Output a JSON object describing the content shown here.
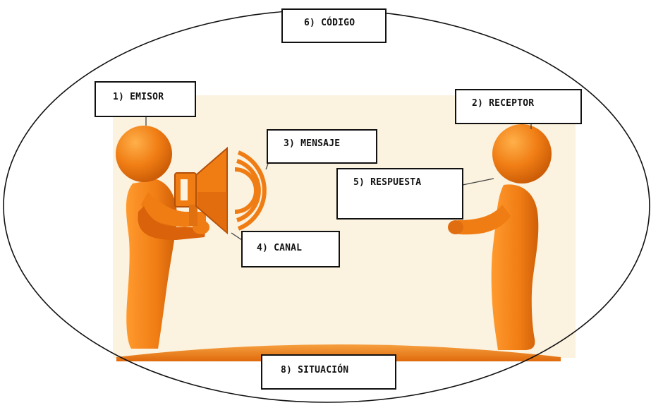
{
  "diagram": {
    "labels": {
      "codigo": "6) CÓDIGO",
      "emisor": "1) EMISOR",
      "receptor": "2) RECEPTOR",
      "mensaje": "3) MENSAJE",
      "respuesta": "5) RESPUESTA",
      "canal": "4) CANAL",
      "situacion": "8) SITUACIÓN"
    },
    "colors": {
      "figure": "#f07d14",
      "figure_shade": "#d9620a",
      "scene_background": "#fbf2df",
      "ground": "#f08a1e",
      "outline": "#111111"
    },
    "icons": [
      "person-icon",
      "megaphone-icon",
      "sound-waves-icon"
    ]
  }
}
